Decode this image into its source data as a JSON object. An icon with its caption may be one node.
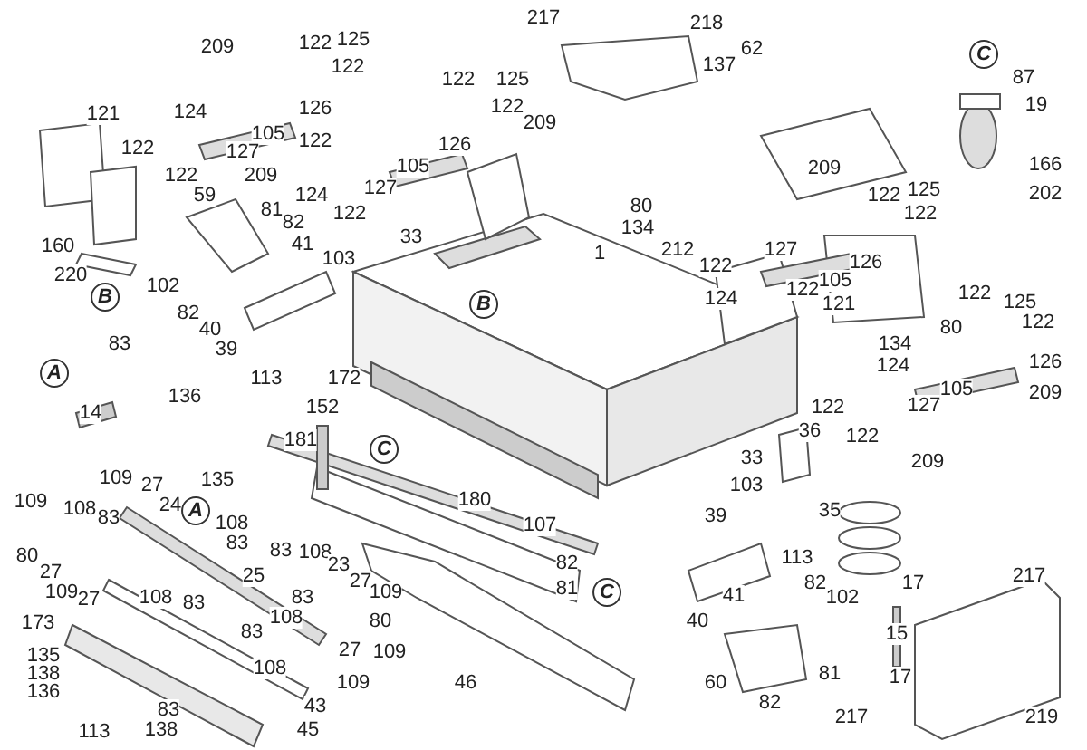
{
  "diagram": {
    "labels": [
      "217",
      "218",
      "125",
      "122",
      "209",
      "62",
      "C",
      "137",
      "122",
      "87",
      "122",
      "125",
      "19",
      "122",
      "126",
      "124",
      "121",
      "209",
      "105",
      "122",
      "126",
      "122",
      "127",
      "166",
      "105",
      "209",
      "122",
      "209",
      "127",
      "125",
      "202",
      "124",
      "122",
      "59",
      "80",
      "81",
      "122",
      "122",
      "82",
      "134",
      "33",
      "41",
      "160",
      "212",
      "127",
      "1",
      "103",
      "126",
      "122",
      "220",
      "105",
      "102",
      "122",
      "122",
      "B",
      "124",
      "B",
      "125",
      "121",
      "82",
      "122",
      "80",
      "40",
      "83",
      "134",
      "39",
      "126",
      "124",
      "A",
      "113",
      "172",
      "105",
      "209",
      "136",
      "127",
      "122",
      "152",
      "14",
      "36",
      "122",
      "181",
      "C",
      "33",
      "209",
      "109",
      "135",
      "27",
      "103",
      "180",
      "109",
      "24",
      "108",
      "A",
      "35",
      "39",
      "83",
      "108",
      "107",
      "83",
      "83",
      "108",
      "80",
      "113",
      "82",
      "23",
      "27",
      "25",
      "27",
      "17",
      "82",
      "109",
      "109",
      "C",
      "217",
      "41",
      "102",
      "83",
      "27",
      "108",
      "83",
      "81",
      "108",
      "80",
      "40",
      "173",
      "83",
      "15",
      "109",
      "27",
      "135",
      "108",
      "138",
      "81",
      "17",
      "60",
      "46",
      "109",
      "136",
      "82",
      "43",
      "83",
      "217",
      "219",
      "138",
      "45",
      "113"
    ]
  }
}
